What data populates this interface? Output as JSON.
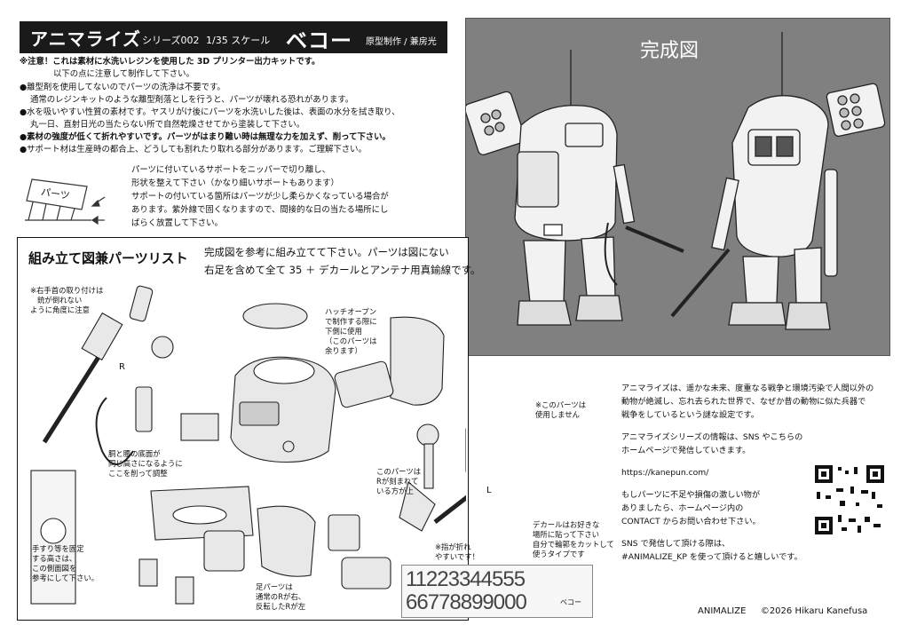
{
  "header": {
    "brand": "アニマライズ",
    "series": "シリーズ002",
    "scale": "1/35 スケール",
    "product": "ベコー",
    "credit": "原型制作 / 兼房光"
  },
  "notes": {
    "caution_line1": "※注意！これは素材に水洗いレジンを使用した 3D プリンター出力キットです。",
    "caution_line2": "以下の点に注意して制作して下さい。",
    "bullets": [
      "●離型剤を使用してないのでパーツの洗浄は不要です。",
      "通常のレジンキットのような離型剤落としを行うと、パーツが壊れる恐れがあります。",
      "●水を吸いやすい性質の素材です。ヤスリがけ後にパーツを水洗いした後は、表面の水分を拭き取り、",
      "丸一日、直射日光の当たらない所で自然乾燥させてから塗装して下さい。",
      "●素材の強度が低くて折れやすいです。パーツがはまり難い時は無理な力を加えず、削って下さい。",
      "●サポート材は生産時の都合上、どうしても割れたり取れる部分があります。ご理解下さい。"
    ]
  },
  "support": {
    "label": "パーツ",
    "lines": [
      "パーツに付いているサポートをニッパーで切り離し、",
      "形状を整えて下さい（かなり細いサポートもあります）",
      "サポートの付いている箇所はパーツが少し柔らかくなっている場合が",
      "あります。紫外線で固くなりますので、間接的な日の当たる場所にし",
      "ばらく放置して下さい。"
    ]
  },
  "photo": {
    "title": "完成図"
  },
  "parts": {
    "title": "組み立て図兼パーツリスト",
    "desc_line1": "完成図を参考に組み立てて下さい。パーツは図にない",
    "desc_line2": "右足を含めて全て 35 ＋ デカールとアンテナ用真鍮線です。",
    "labels": {
      "right_shoulder": [
        "※右手首の取り付けは",
        "銃が倒れない",
        "ように角度に注意"
      ],
      "r_mark": "R",
      "hatch": [
        "ハッチオープン",
        "で制作する際に",
        "下側に使用",
        "（このパーツは",
        "余ります）"
      ],
      "unused": [
        "※このパーツは",
        "使用しません"
      ],
      "body_waist": [
        "胴と腰の底面が",
        "同じ高さになるように",
        "ここを削って調整"
      ],
      "r_carved": [
        "このパーツは",
        "Rが刻まれて",
        "いる方が上"
      ],
      "l_mark": "L",
      "finger": [
        "※指が折れ",
        "やすいです！"
      ],
      "decal_note": [
        "デカールはお好きな",
        "場所に貼って下さい",
        "自分で輪郭をカットして",
        "使うタイプです"
      ],
      "hand_rail": [
        "手すり等を固定",
        "する高さは、",
        "この側面図を",
        "参考にして下さい。"
      ],
      "foot": [
        "足パーツは",
        "通常のRが右、",
        "反転したRが左"
      ]
    },
    "decal_row1": "11223344555",
    "decal_row2": "66778899000",
    "decal_badge": "ベコー"
  },
  "info": {
    "lines": [
      "アニマライズは、遥かな未来、度重なる戦争と環境汚染で人間以外の",
      "動物が絶滅し、忘れ去られた世界で、なぜか昔の動物に似た兵器で",
      "戦争をしているという謎な設定です。",
      "",
      "アニマライズシリーズの情報は、SNS やこちらの",
      "ホームページで発信していきます。",
      "",
      "https://kanepun.com/",
      "",
      "もしパーツに不足や損傷の激しい物が",
      "ありましたら、ホームページ内の",
      "CONTACT からお問い合わせ下さい。",
      "",
      "SNS で発信して頂ける際は、",
      "#ANIMALIZE_KP を使って頂けると嬉しいです。"
    ]
  },
  "footer": {
    "brand": "ANIMALIZE",
    "copyright": "©2026 Hikaru Kanefusa"
  }
}
